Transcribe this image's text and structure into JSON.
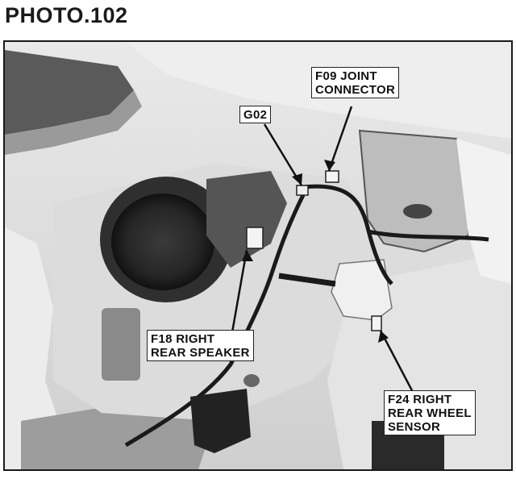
{
  "title": "PHOTO.102",
  "callouts": {
    "f09": "F09 JOINT\nCONNECTOR",
    "g02": "G02",
    "f18": "F18 RIGHT\nREAR SPEAKER",
    "f24": "F24 RIGHT\nREAR WHEEL\nSENSOR"
  }
}
